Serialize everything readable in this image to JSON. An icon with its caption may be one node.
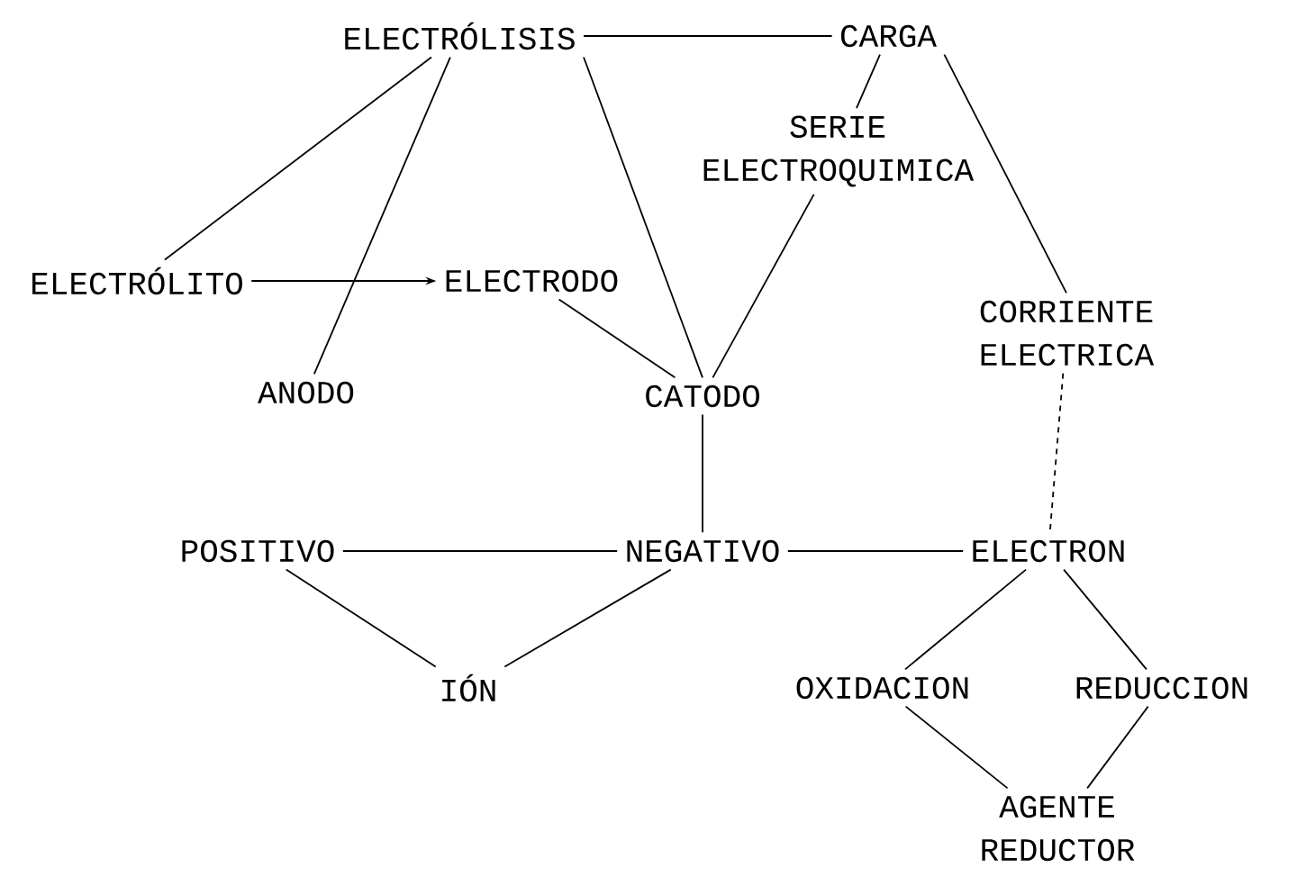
{
  "diagram": {
    "nodes": [
      {
        "text": [
          "ELECTRÓLISIS"
        ]
      },
      {
        "text": [
          "CARGA"
        ]
      },
      {
        "text": [
          "SERIE ELECTROQUIMICA"
        ]
      },
      {
        "text": [
          "ELECTRÓLITO"
        ]
      },
      {
        "text": [
          "ELECTRODO"
        ]
      },
      {
        "text": [
          "CORRIENTE ELECTRICA"
        ]
      },
      {
        "text": [
          "ANODO"
        ]
      },
      {
        "text": [
          "CATODO"
        ]
      },
      {
        "text": [
          "POSITIVO"
        ]
      },
      {
        "text": [
          "NEGATIVO"
        ]
      },
      {
        "text": [
          "ELECTRON"
        ]
      },
      {
        "text": [
          "IÓN"
        ]
      },
      {
        "text": [
          "OXIDACION"
        ]
      },
      {
        "text": [
          "REDUCCION"
        ]
      },
      {
        "text": [
          "AGENTE REDUCTOR"
        ]
      }
    ],
    "edges": [
      {
        "from": 0,
        "to": 1,
        "arrow": "none"
      },
      {
        "from": 1,
        "to": 2,
        "arrow": "none"
      },
      {
        "from": 0,
        "to": 3,
        "arrow": "none"
      },
      {
        "from": 0,
        "to": 6,
        "arrow": "none"
      },
      {
        "from": 0,
        "to": 7,
        "arrow": "none"
      },
      {
        "from": 3,
        "to": 4,
        "arrow": "to"
      },
      {
        "from": 4,
        "to": 7,
        "arrow": "none"
      },
      {
        "from": 2,
        "to": 7,
        "arrow": "none"
      },
      {
        "from": 1,
        "to": 5,
        "arrow": "none"
      },
      {
        "from": 5,
        "to": 10,
        "arrow": "none",
        "style": "dashed"
      },
      {
        "from": 7,
        "to": 9,
        "arrow": "none"
      },
      {
        "from": 8,
        "to": 9,
        "arrow": "none"
      },
      {
        "from": 9,
        "to": 10,
        "arrow": "none"
      },
      {
        "from": 8,
        "to": 11,
        "arrow": "none"
      },
      {
        "from": 9,
        "to": 11,
        "arrow": "none"
      },
      {
        "from": 10,
        "to": 12,
        "arrow": "none"
      },
      {
        "from": 10,
        "to": 13,
        "arrow": "none"
      },
      {
        "from": 12,
        "to": 14,
        "arrow": "none"
      },
      {
        "from": 13,
        "to": 14,
        "arrow": "none"
      }
    ]
  }
}
